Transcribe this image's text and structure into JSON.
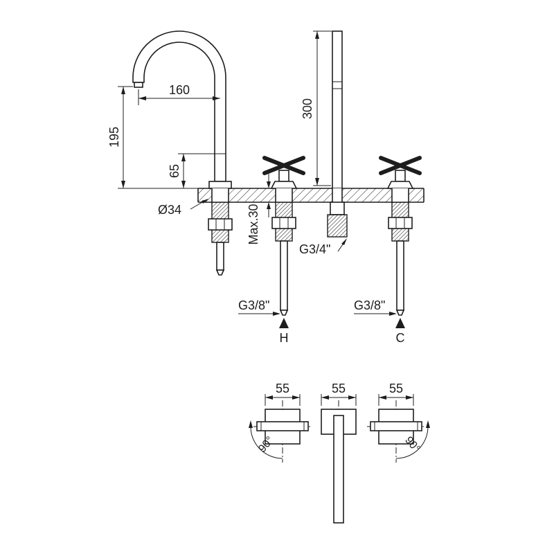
{
  "drawing": {
    "type": "technical-dimension-drawing",
    "subject": "3-hole-basin-mixer",
    "colors": {
      "line": "#1d1d1d",
      "background": "#ffffff"
    },
    "labels": {
      "spout_reach": "160",
      "spout_height": "195",
      "joint_height": "65",
      "hose_length": "300",
      "hole_diameter": "Ø34",
      "max_thickness": "Max.30",
      "hose_thread": "G3/4\"",
      "inlet_thread_left": "G3/8\"",
      "inlet_thread_right": "G3/8\"",
      "hot": "H",
      "cold": "C",
      "plan_width_left": "55",
      "plan_width_center": "55",
      "plan_width_right": "55",
      "rotation_left": "90°",
      "rotation_right": "90°"
    }
  }
}
